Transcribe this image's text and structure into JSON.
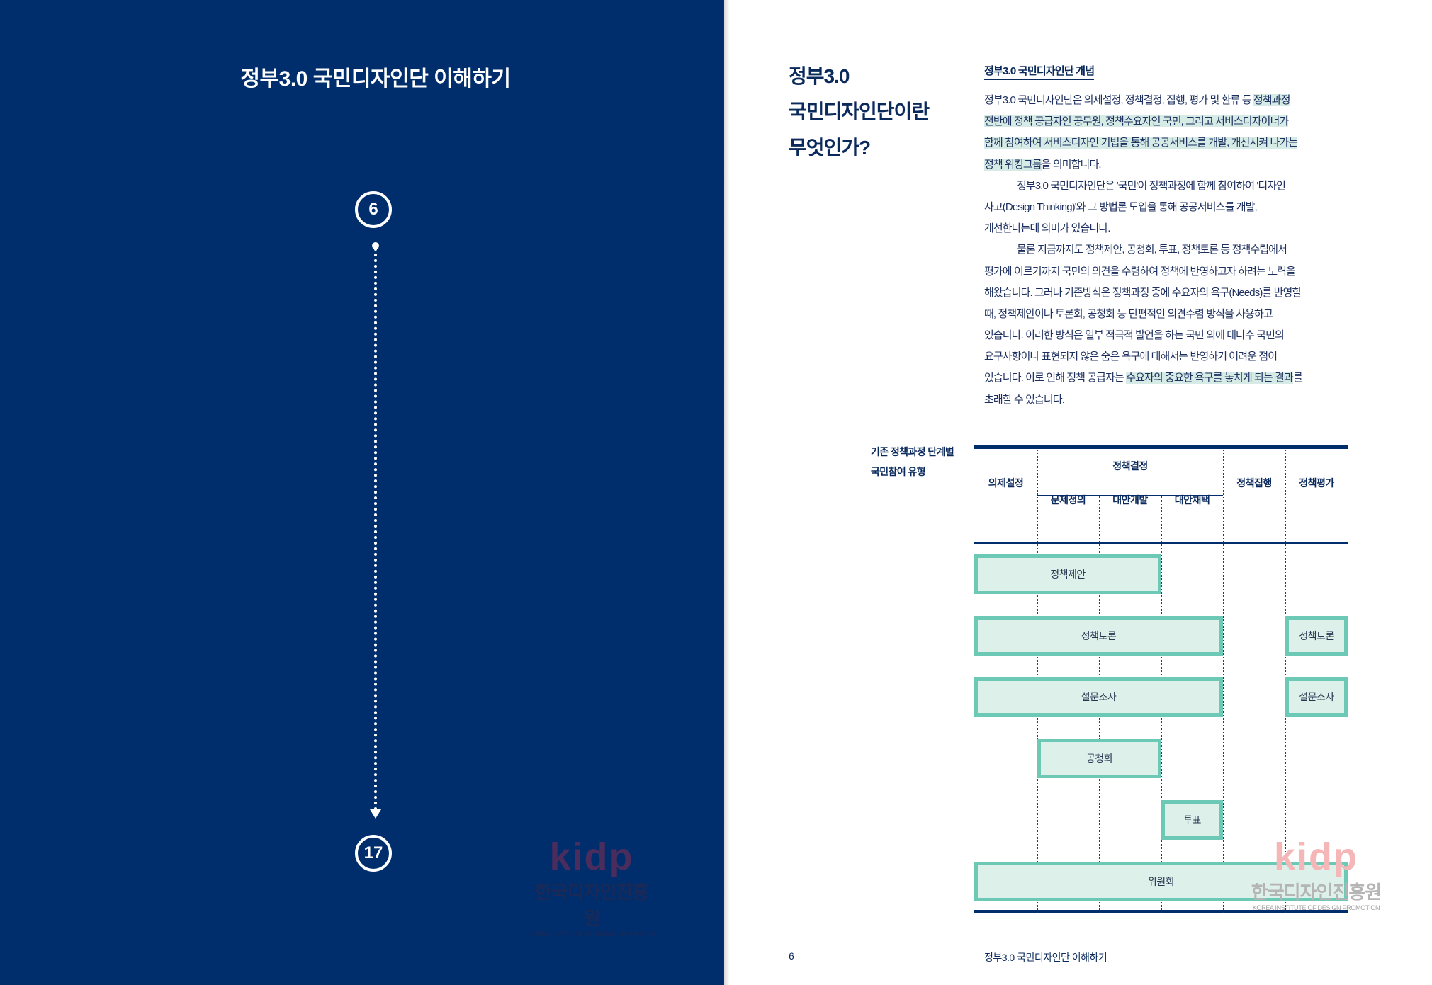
{
  "left_page": {
    "title": "정부3.0 국민디자인단 이해하기",
    "start_page": "6",
    "end_page": "17",
    "logo": {
      "mark": "kidp",
      "korean": "한국디자인진흥원",
      "english": "KOREA INSTITUTE OF DESIGN PROMOTION"
    }
  },
  "right_page": {
    "heading": [
      "정부3.0",
      "국민디자인단이란",
      "무엇인가?"
    ],
    "subheading": "정부3.0 국민디자인단 개념",
    "body_lines": [
      {
        "indent": false,
        "segs": [
          {
            "t": "정부3.0 국민디자인단은 의제설정, 정책결정, 집행, 평가 및 환류 등 ",
            "hl": false
          },
          {
            "t": "정책과정",
            "hl": true
          }
        ]
      },
      {
        "indent": false,
        "segs": [
          {
            "t": "전반에 정책 공급자인 공무원, 정책수요자인 국민, 그리고 서비스디자이너가",
            "hl": true
          }
        ]
      },
      {
        "indent": false,
        "segs": [
          {
            "t": "함께 참여하여 서비스디자인 기법을 통해 공공서비스를 개발, 개선시켜 나가는",
            "hl": true
          }
        ]
      },
      {
        "indent": false,
        "segs": [
          {
            "t": "정책 워킹그룹",
            "hl": true
          },
          {
            "t": "을 의미합니다.",
            "hl": false
          }
        ]
      },
      {
        "indent": true,
        "segs": [
          {
            "t": "정부3.0 국민디자인단은 '국민'이 정책과정에 함께 참여하여 '디자인",
            "hl": false
          }
        ]
      },
      {
        "indent": false,
        "segs": [
          {
            "t": "사고(Design Thinking)'와 그 방법론 도입을 통해 공공서비스를 개발,",
            "hl": false
          }
        ]
      },
      {
        "indent": false,
        "segs": [
          {
            "t": "개선한다는데 의미가 있습니다.",
            "hl": false
          }
        ]
      },
      {
        "indent": true,
        "segs": [
          {
            "t": "물론 지금까지도 정책제안, 공청회, 투표, 정책토론 등 정책수립에서",
            "hl": false
          }
        ]
      },
      {
        "indent": false,
        "segs": [
          {
            "t": "평가에 이르기까지 국민의 의견을 수렴하여 정책에 반영하고자 하려는 노력을",
            "hl": false
          }
        ]
      },
      {
        "indent": false,
        "segs": [
          {
            "t": "해왔습니다. 그러나 기존방식은 정책과정 중에 수요자의 욕구(Needs)를 반영할",
            "hl": false
          }
        ]
      },
      {
        "indent": false,
        "segs": [
          {
            "t": "때, 정책제안이나 토론회, 공청회 등 단편적인 의견수렴 방식을 사용하고",
            "hl": false
          }
        ]
      },
      {
        "indent": false,
        "segs": [
          {
            "t": "있습니다. 이러한 방식은 일부 적극적 발언을 하는 국민 외에 대다수 국민의",
            "hl": false
          }
        ]
      },
      {
        "indent": false,
        "segs": [
          {
            "t": "요구사항이나 표현되지 않은 숨은 욕구에 대해서는 반영하기 어려운 점이",
            "hl": false
          }
        ]
      },
      {
        "indent": false,
        "segs": [
          {
            "t": "있습니다. 이로 인해 정책 공급자는 ",
            "hl": false
          },
          {
            "t": "수요자의 중요한 욕구를 놓치게 되는 결과",
            "hl": true
          },
          {
            "t": "를",
            "hl": false
          }
        ]
      },
      {
        "indent": false,
        "segs": [
          {
            "t": "초래할 수 있습니다.",
            "hl": false
          }
        ]
      }
    ],
    "figure": {
      "caption": [
        "기존 정책과정 단계별",
        "국민참여 유형"
      ],
      "headers": {
        "agenda": "의제설정",
        "decision": "정책결정",
        "problem": "문제정의",
        "develop": "대안개발",
        "adopt": "대안채택",
        "implement": "정책집행",
        "evaluate": "정책평가"
      },
      "bars": [
        {
          "label": "정책제안",
          "from": 0,
          "to": 2
        },
        {
          "label": "정책토론",
          "from": 0,
          "to": 3
        },
        {
          "label": "정책토론",
          "from": 5,
          "to": 5
        },
        {
          "label": "설문조사",
          "from": 0,
          "to": 3
        },
        {
          "label": "설문조사",
          "from": 5,
          "to": 5
        },
        {
          "label": "공청회",
          "from": 1,
          "to": 2
        },
        {
          "label": "투표",
          "from": 3,
          "to": 3
        },
        {
          "label": "위원회",
          "from": 0,
          "to": 5
        }
      ],
      "bar_rows": [
        0,
        1,
        1,
        2,
        2,
        3,
        4,
        5
      ]
    },
    "logo": {
      "mark": "kidp",
      "korean": "한국디자인진흥원",
      "english": "KOREA INSTITUTE OF DESIGN PROMOTION"
    },
    "footer": {
      "page_number": "6",
      "title": "정부3.0 국민디자인단 이해하기"
    }
  },
  "colors": {
    "navy": "#002d6b",
    "teal": "#6bc9b5",
    "teal_fill": "#ddf0ea",
    "highlight": "#d6ebe6"
  }
}
